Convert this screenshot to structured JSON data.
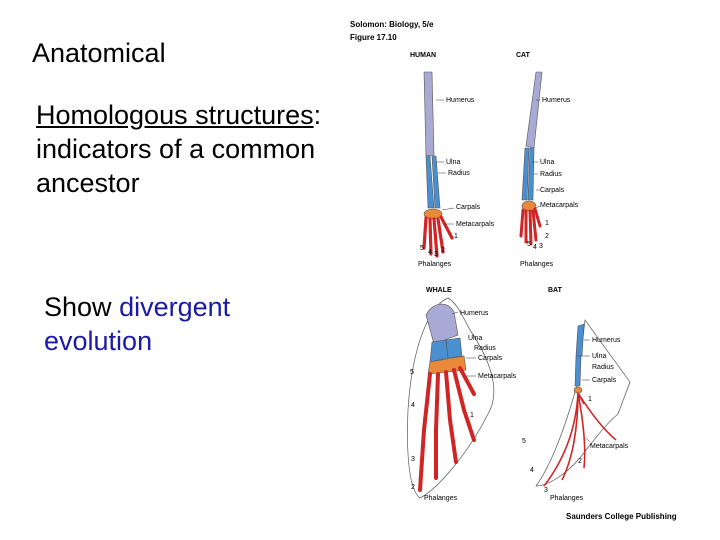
{
  "slide": {
    "title": "Anatomical",
    "bullet1": {
      "term": "Homologous structures",
      "rest": ": indicators of a common ancestor"
    },
    "bullet2": {
      "prefix": "Show",
      "highlight": "divergent evolution"
    }
  },
  "figure": {
    "source_line1": "Solomon: Biology, 5/e",
    "source_line2": "Figure 17.10",
    "publisher": "Saunders College Publishing",
    "panels": {
      "human": {
        "name": "HUMAN",
        "labels": [
          "Humerus",
          "Ulna",
          "Radius",
          "Carpals",
          "Metacarpals",
          "Phalanges"
        ],
        "digits": [
          "5",
          "4",
          "3",
          "2",
          "1"
        ]
      },
      "cat": {
        "name": "CAT",
        "labels": [
          "Humerus",
          "Ulna",
          "Radius",
          "Carpals",
          "Metacarpals",
          "Phalanges"
        ],
        "digits": [
          "5",
          "4",
          "3",
          "2",
          "1"
        ]
      },
      "whale": {
        "name": "WHALE",
        "labels": [
          "Humerus",
          "Ulna",
          "Radius",
          "Carpals",
          "Metacarpals",
          "Phalanges"
        ],
        "digits": [
          "5",
          "4",
          "3",
          "2",
          "1"
        ]
      },
      "bat": {
        "name": "BAT",
        "labels": [
          "Humerus",
          "Ulna",
          "Radius",
          "Carpals",
          "Metacarpals",
          "Phalanges"
        ],
        "digits": [
          "5",
          "4",
          "3",
          "2",
          "1"
        ]
      }
    },
    "colors": {
      "humerus": "#a9a9d6",
      "forearm": "#4a8fd0",
      "carpals": "#e98a3a",
      "digits": "#d02525",
      "outline": "#555555"
    }
  }
}
